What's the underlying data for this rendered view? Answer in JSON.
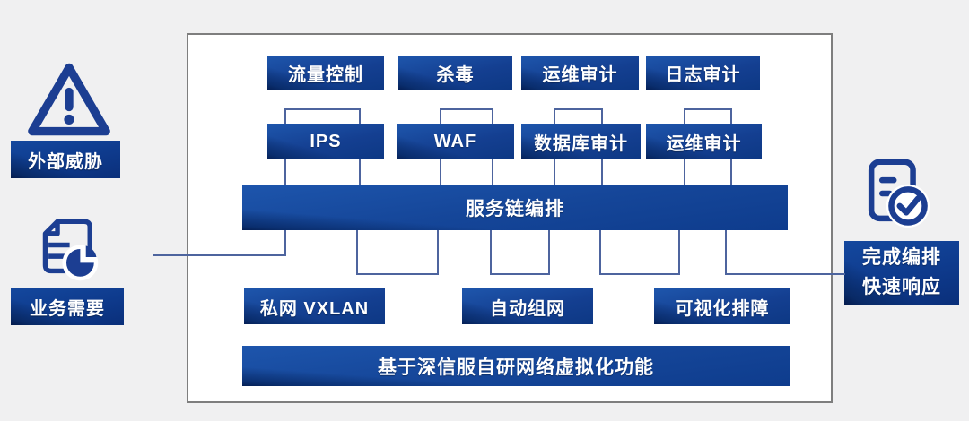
{
  "diagram": {
    "row1": [
      "流量控制",
      "杀毒",
      "运维审计",
      "日志审计"
    ],
    "row2": [
      "IPS",
      "WAF",
      "数据库审计",
      "运维审计"
    ],
    "orchestration_bar": "服务链编排",
    "bottom_row": [
      "私网 VXLAN",
      "自动组网",
      "可视化排障"
    ],
    "foundation_bar": "基于深信服自研网络虚拟化功能"
  },
  "left_panel": {
    "threat_label": "外部威胁",
    "threat_icon": "warning-triangle-icon",
    "business_label": "业务需要",
    "business_icon": "document-pie-chart-icon"
  },
  "right_panel": {
    "line1": "完成编排",
    "line2": "快速响应",
    "result_icon": "checklist-check-icon"
  },
  "colors": {
    "node_blue": "#14489c",
    "node_blue_dark": "#07275f",
    "icon_blue": "#1c3e92",
    "connector": "#4d649e",
    "panel_border": "#7e7e7e",
    "panel_bg": "#ffffff",
    "page_bg": "#f0f0f1",
    "text": "#ffffff"
  }
}
